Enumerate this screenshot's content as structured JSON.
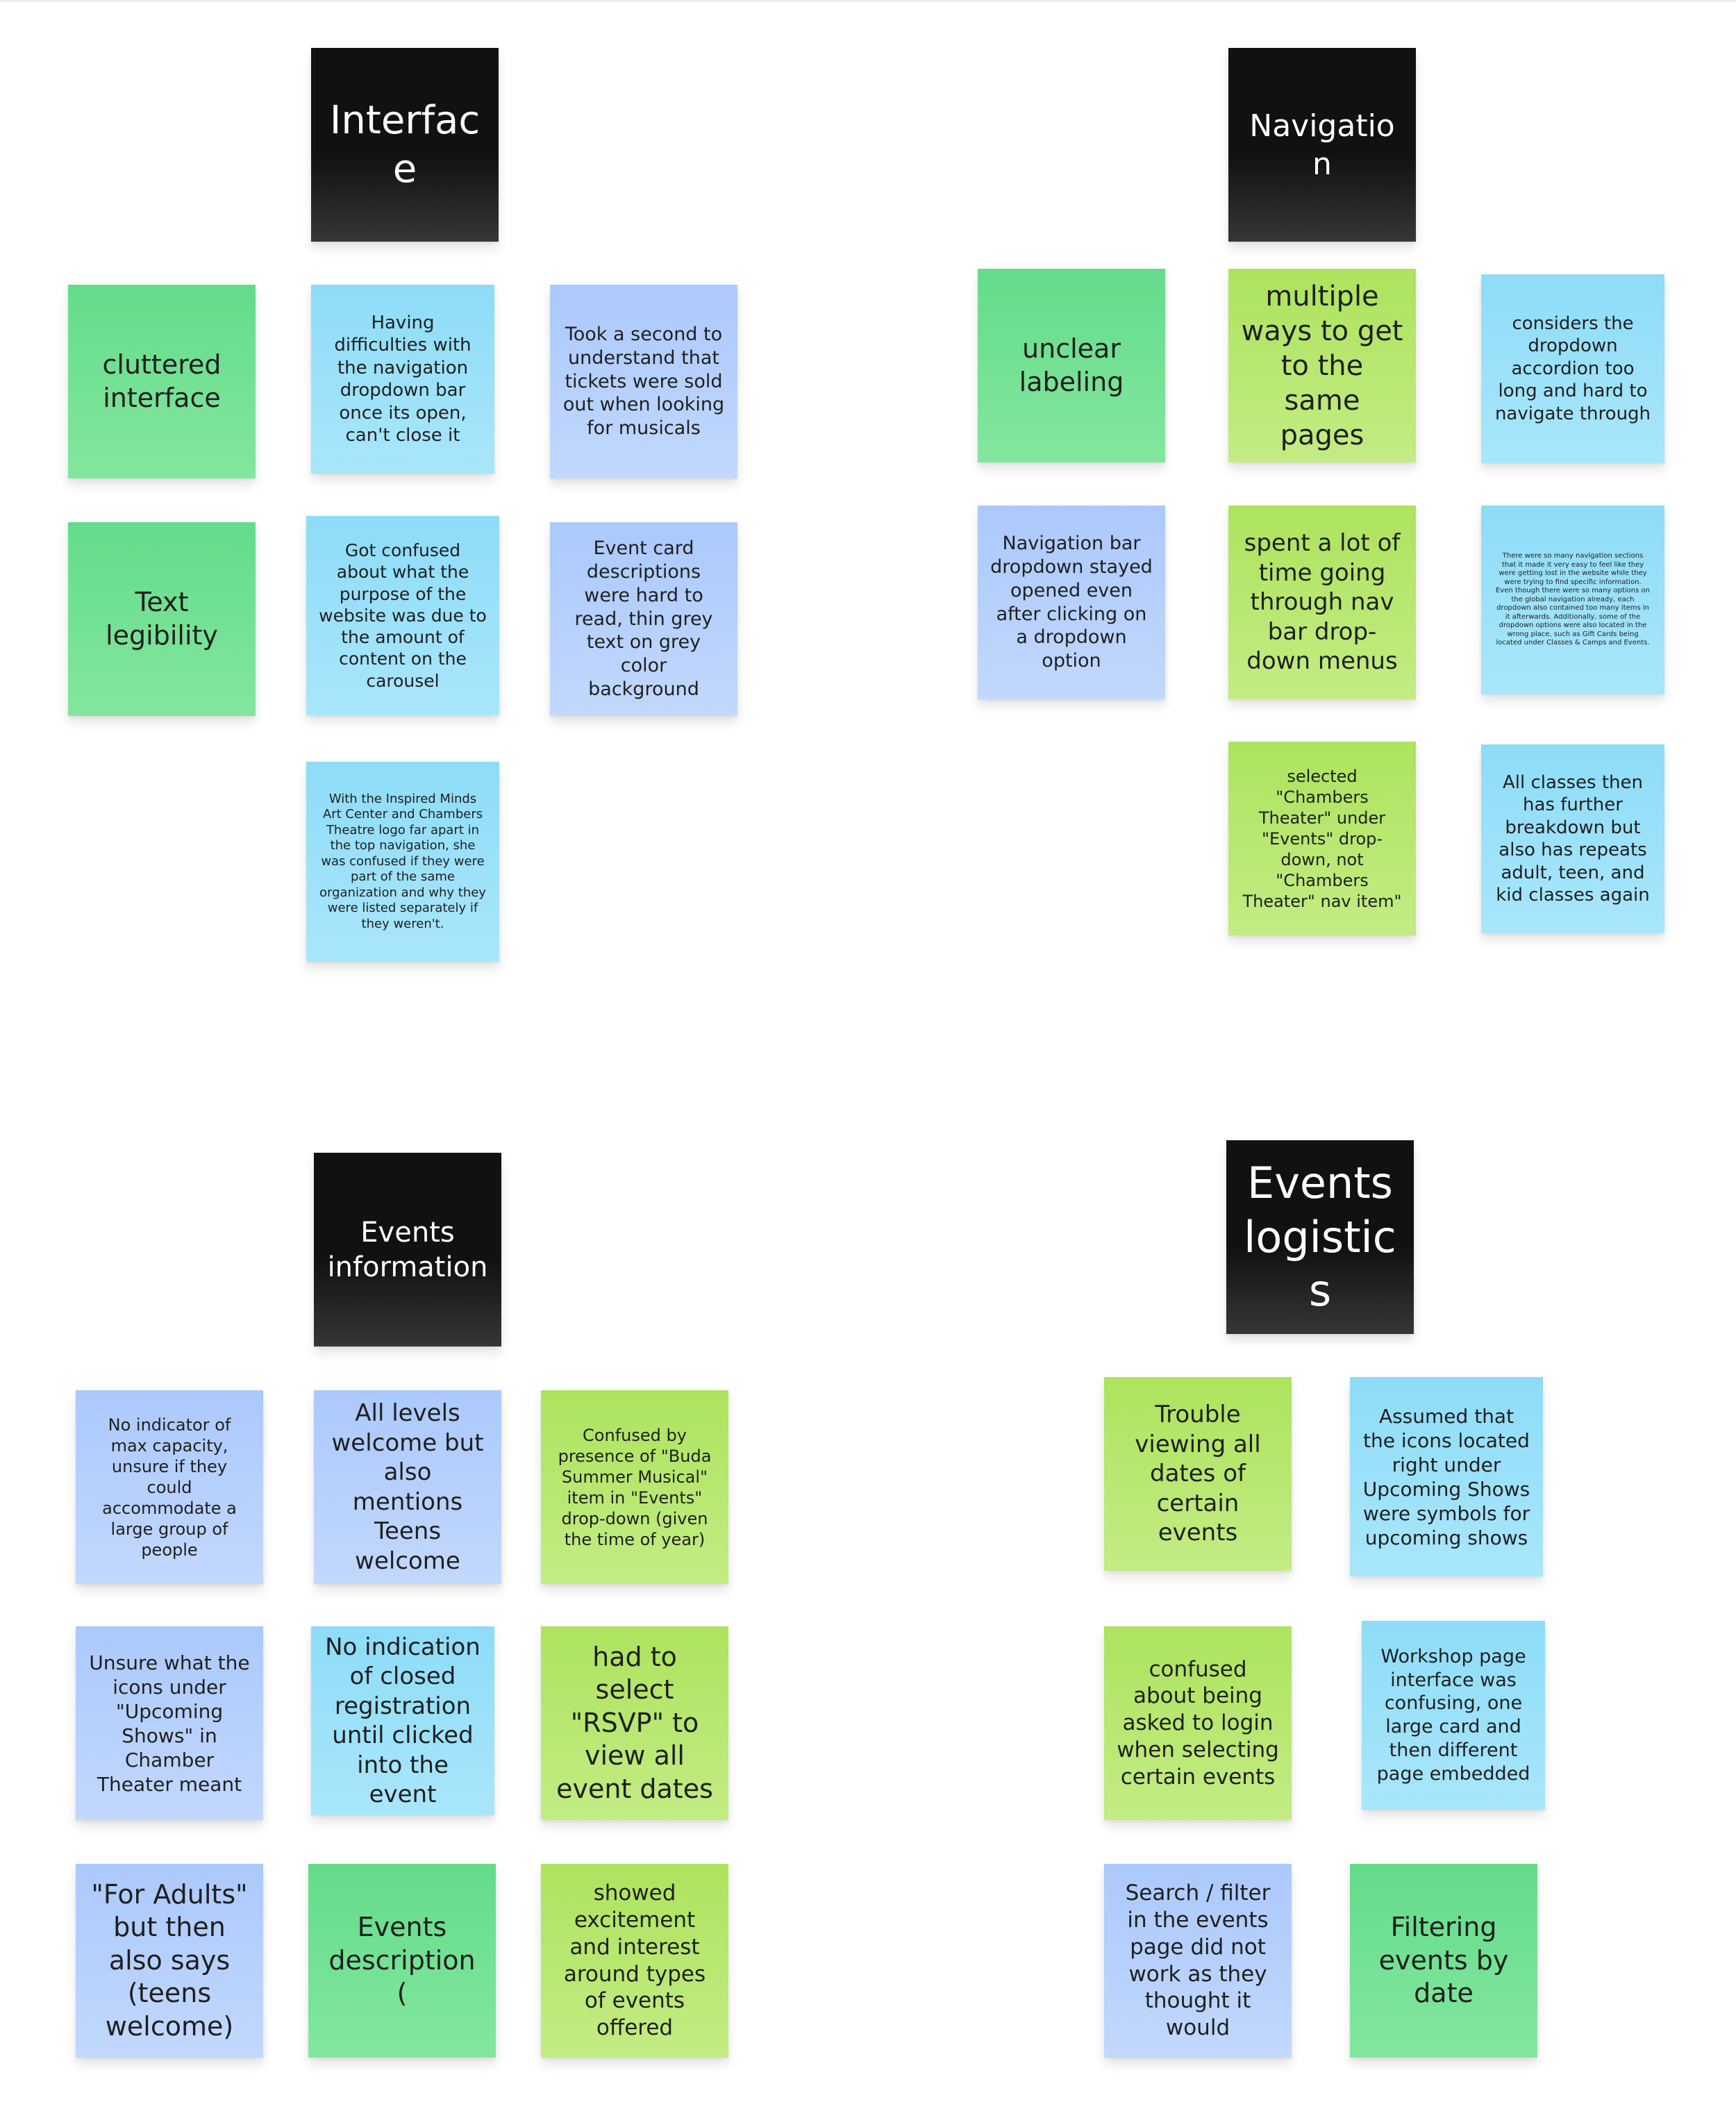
{
  "board": {
    "colors": {
      "header": "#141414",
      "green": "#6fe08f",
      "lime": "#b4e66a",
      "cyan": "#97e0f9",
      "blue": "#b5cffc"
    },
    "groups": [
      {
        "header": "Interface",
        "notes": [
          "cluttered interface",
          "Having difficulties with the navigation dropdown bar once its open, can't close it",
          "Took a second to understand that tickets were sold out when looking for musicals",
          "Text legibility",
          "Got confused about what the purpose of the website was due to the amount of content on the carousel",
          "Event card descriptions were hard to read, thin grey text on grey color background",
          "With the Inspired Minds Art Center and Chambers Theatre logo far apart in the top navigation, she was confused if they were part of the same organization and why they were listed separately if they weren't."
        ]
      },
      {
        "header": "Navigation",
        "notes": [
          "unclear labeling",
          "multiple ways to get to the same pages",
          "considers the dropdown accordion too long and hard to navigate through",
          "Navigation bar dropdown stayed opened even after clicking on a dropdown option",
          "spent a lot of time going through nav bar drop-down menus",
          "There were so many navigation sections that it made it very easy to feel like they were getting lost in the website while they were trying to find specific information. Even though there were so many options on the global navigation already, each dropdown also contained too many items in it afterwards. Additionally, some of the dropdown options were also located in the wrong place, such as Gift Cards being located under Classes & Camps and Events.",
          "selected \"Chambers Theater\" under \"Events\" drop-down, not \"Chambers Theater\" nav item\"",
          "All classes then has further breakdown but also has repeats adult, teen, and kid classes again"
        ]
      },
      {
        "header": "Events information",
        "notes": [
          "No indicator of max capacity, unsure if they could accommodate a large group of people",
          "All levels welcome but also mentions Teens welcome",
          "Confused by presence of \"Buda Summer Musical\" item in \"Events\" drop-down (given the time of year)",
          "Unsure what the icons under \"Upcoming Shows\" in Chamber Theater meant",
          "No indication of closed registration until clicked into the event",
          "had to select \"RSVP\" to view all event dates",
          "\"For Adults\" but then also says (teens welcome)",
          "Events description (",
          "showed excitement and interest around types of events offered"
        ]
      },
      {
        "header": "Events logistics",
        "notes": [
          "Trouble viewing all dates of certain events",
          "Assumed that the icons located right under Upcoming Shows were symbols for upcoming shows",
          "confused about being asked to login when selecting certain events",
          "Workshop page interface was confusing, one large card and then different page embedded",
          "Search / filter in the events page did not work as they thought it would",
          "Filtering events by date"
        ]
      }
    ]
  }
}
